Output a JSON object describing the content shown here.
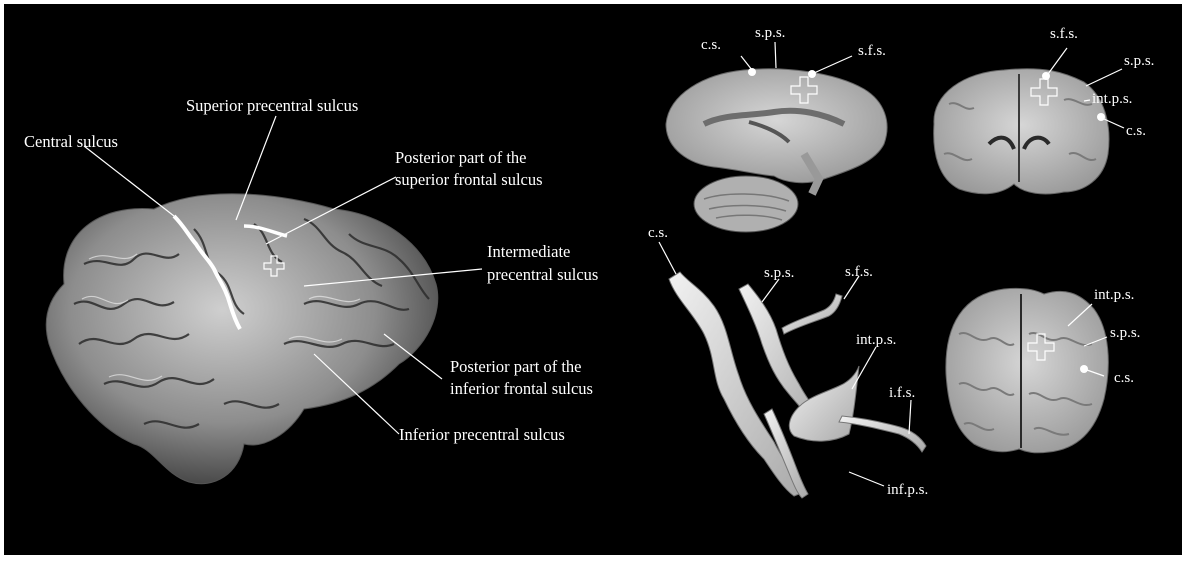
{
  "brain_surface": {
    "labels": {
      "central_sulcus": "Central sulcus",
      "superior_precentral": "Superior precentral sulcus",
      "posterior_sfs_line1": "Posterior part of the",
      "posterior_sfs_line2": "superior frontal sulcus",
      "intermediate_line1": "Intermediate",
      "intermediate_line2": "precentral sulcus",
      "posterior_ifs_line1": "Posterior part of the",
      "posterior_ifs_line2": "inferior frontal sulcus",
      "inferior_precentral": "Inferior precentral sulcus"
    }
  },
  "sagittal_slice": {
    "labels": {
      "cs": "c.s.",
      "sps": "s.p.s.",
      "sfs": "s.f.s."
    }
  },
  "coronal_slice": {
    "labels": {
      "sfs": "s.f.s.",
      "sps": "s.p.s.",
      "intps": "int.p.s.",
      "cs": "c.s."
    }
  },
  "sulci_3d": {
    "labels": {
      "cs": "c.s.",
      "sps": "s.p.s.",
      "sfs": "s.f.s.",
      "intps": "int.p.s.",
      "ifs": "i.f.s.",
      "infps": "inf.p.s."
    }
  },
  "axial_slice": {
    "labels": {
      "intps": "int.p.s.",
      "sps": "s.p.s.",
      "cs": "c.s."
    }
  },
  "colors": {
    "background": "#000000",
    "label": "#ffffff",
    "tissue": "#a8a8a8",
    "white_matter": "#d2d2d2"
  }
}
